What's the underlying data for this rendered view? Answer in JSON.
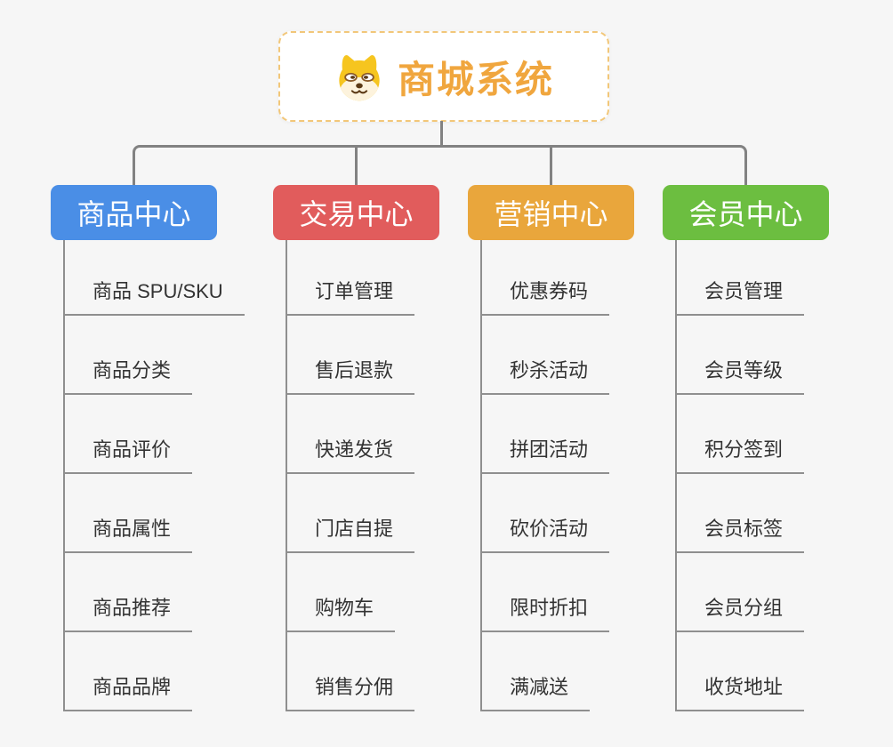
{
  "root": {
    "title": "商城系统",
    "icon": "dog-face-icon"
  },
  "branches": [
    {
      "label": "商品中心",
      "color": "#4a8ee6",
      "items": [
        "商品 SPU/SKU",
        "商品分类",
        "商品评价",
        "商品属性",
        "商品推荐",
        "商品品牌"
      ]
    },
    {
      "label": "交易中心",
      "color": "#e15c5c",
      "items": [
        "订单管理",
        "售后退款",
        "快递发货",
        "门店自提",
        "购物车",
        "销售分佣"
      ]
    },
    {
      "label": "营销中心",
      "color": "#e9a63c",
      "items": [
        "优惠券码",
        "秒杀活动",
        "拼团活动",
        "砍价活动",
        "限时折扣",
        "满减送"
      ]
    },
    {
      "label": "会员中心",
      "color": "#6cbe40",
      "items": [
        "会员管理",
        "会员等级",
        "积分签到",
        "会员标签",
        "会员分组",
        "收货地址"
      ]
    }
  ],
  "colors": {
    "background": "#f6f6f6",
    "connector_line": "#828282",
    "leaf_line": "#8f8f8f",
    "leaf_text": "#333333",
    "root_border": "#f2c779",
    "root_title": "#f0a63e"
  }
}
